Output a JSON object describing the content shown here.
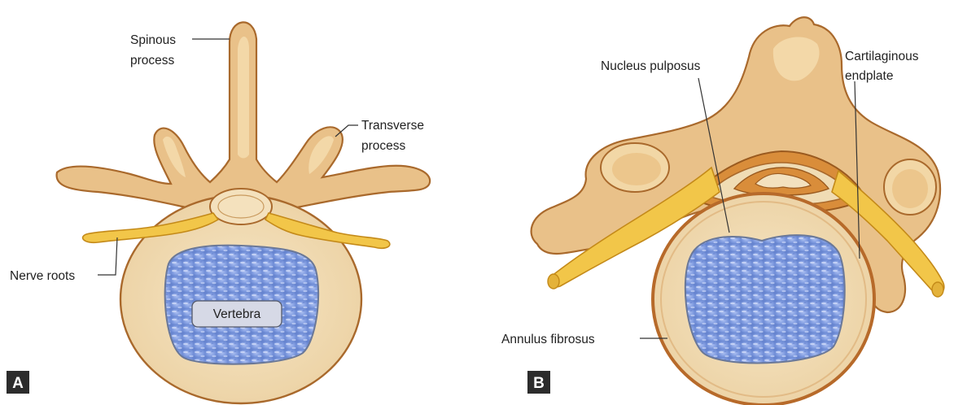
{
  "panels": [
    {
      "letter": "A",
      "labels": {
        "spinous_line1": "Spinous",
        "spinous_line2": "process",
        "transverse_line1": "Transverse",
        "transverse_line2": "process",
        "nerve_roots": "Nerve roots",
        "vertebra": "Vertebra"
      }
    },
    {
      "letter": "B",
      "labels": {
        "nucleus_pulposus": "Nucleus pulposus",
        "cartilaginous_line1": "Cartilaginous",
        "cartilaginous_line2": "endplate",
        "annulus_fibrosus": "Annulus fibrosus"
      }
    }
  ],
  "colors": {
    "bone": "#e9c189",
    "bone_outline": "#a9692c",
    "disc_outer": "#f0dcb4",
    "nucleus": "#8aa3e0",
    "nerve": "#f2c649"
  }
}
